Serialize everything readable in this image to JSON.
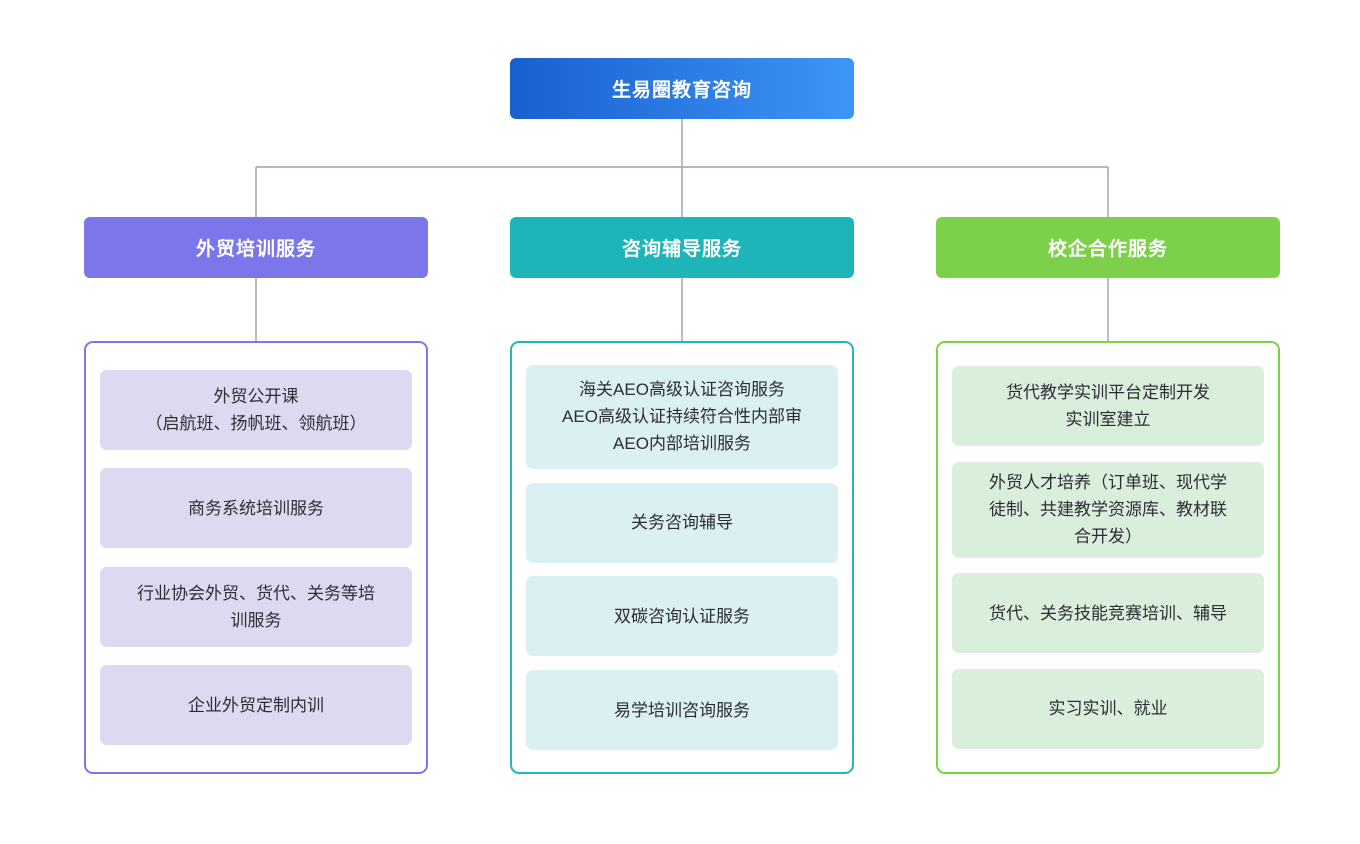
{
  "diagram": {
    "type": "organization-tree",
    "root": {
      "label": "生易圈教育咨询",
      "gradient_from": "#1a5fd0",
      "gradient_to": "#3d96f5"
    },
    "connector_color": "#9aa0ae",
    "branches": [
      {
        "label": "外贸培训服务",
        "header_color": "#7b77ea",
        "border_color": "#7b77e8",
        "card_color": "#ded9f0",
        "items": [
          {
            "lines": [
              "外贸公开课",
              "（启航班、扬帆班、领航班）"
            ]
          },
          {
            "lines": [
              "商务系统培训服务"
            ]
          },
          {
            "lines": [
              "行业协会外贸、货代、关务等培",
              "训服务"
            ]
          },
          {
            "lines": [
              "企业外贸定制内训"
            ]
          }
        ]
      },
      {
        "label": "咨询辅导服务",
        "header_color": "#1eb5b8",
        "border_color": "#24b7ba",
        "card_color": "#daf0f2",
        "items": [
          {
            "lines": [
              "海关AEO高级认证咨询服务",
              "AEO高级认证持续符合性内部审",
              "AEO内部培训服务"
            ]
          },
          {
            "lines": [
              "关务咨询辅导"
            ]
          },
          {
            "lines": [
              "双碳咨询认证服务"
            ]
          },
          {
            "lines": [
              "易学培训咨询服务"
            ]
          }
        ]
      },
      {
        "label": "校企合作服务",
        "header_color": "#7dd14a",
        "border_color": "#7ed13f",
        "card_color": "#daeedc",
        "items": [
          {
            "lines": [
              "货代教学实训平台定制开发",
              "实训室建立"
            ]
          },
          {
            "lines": [
              "外贸人才培养（订单班、现代学",
              "徒制、共建教学资源库、教材联",
              "合开发）"
            ]
          },
          {
            "lines": [
              "货代、关务技能竞赛培训、辅导"
            ]
          },
          {
            "lines": [
              "实习实训、就业"
            ]
          }
        ]
      }
    ]
  }
}
